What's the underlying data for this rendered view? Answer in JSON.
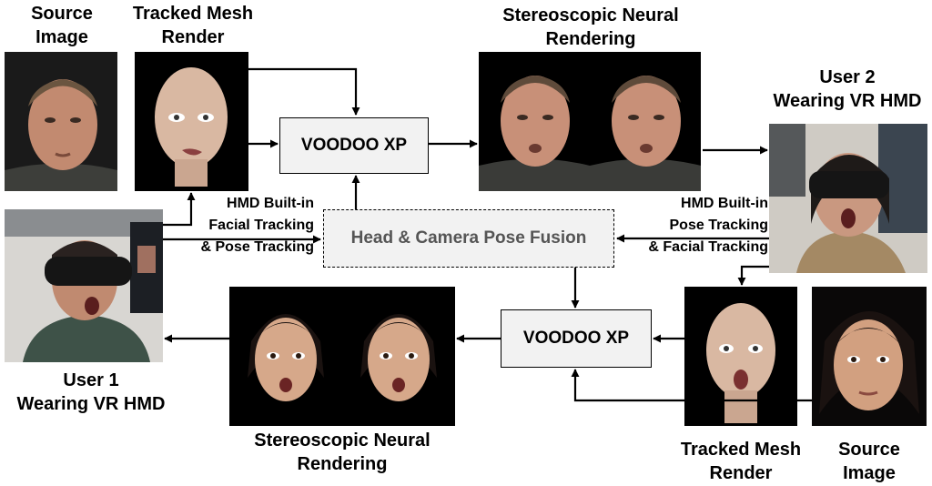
{
  "top": {
    "source_image_label": [
      "Source",
      "Image"
    ],
    "tracked_mesh_label": [
      "Tracked Mesh",
      "Render"
    ],
    "stereo_label": [
      "Stereoscopic Neural",
      "Rendering"
    ],
    "user2_label": [
      "User 2",
      "Wearing VR HMD"
    ],
    "voodoo_label": "VOODOO XP"
  },
  "middle": {
    "fusion_label": "Head & Camera Pose Fusion",
    "left_tracking": [
      "HMD Built-in",
      "Facial Tracking",
      "& Pose Tracking"
    ],
    "right_tracking": [
      "HMD Built-in",
      "Pose Tracking",
      "& Facial Tracking"
    ]
  },
  "bottom": {
    "user1_label": [
      "User 1",
      "Wearing VR HMD"
    ],
    "stereo_label": [
      "Stereoscopic Neural",
      "Rendering"
    ],
    "voodoo_label": "VOODOO XP",
    "tracked_mesh_label": [
      "Tracked Mesh",
      "Render"
    ],
    "source_image_label": [
      "Source",
      "Image"
    ]
  },
  "colors": {
    "arrow": "#000000",
    "box_fill": "#f2f2f2",
    "fusion_text": "#555555"
  }
}
